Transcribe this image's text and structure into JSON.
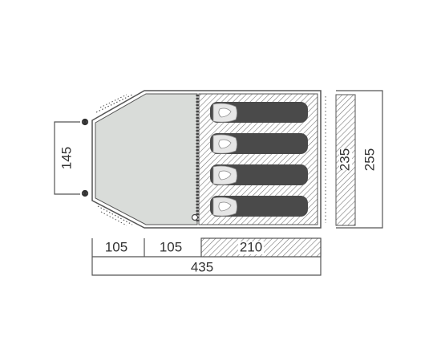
{
  "dimensions": {
    "vestibule_left": "105",
    "vestibule_right": "105",
    "inner_tent_length": "210",
    "total_length": "435",
    "door_width": "145",
    "inner_tent_width": "235",
    "total_width": "255"
  },
  "berths": 4,
  "colors": {
    "outline": "#555555",
    "vestibule_fill": "#d9dcd9",
    "hatch": "#777777",
    "sleeping_bag": "#4a4a4a",
    "pillow": "#e6e6e6"
  },
  "icons": [
    "tent-peg-icon",
    "sleeping-bag-icon"
  ]
}
